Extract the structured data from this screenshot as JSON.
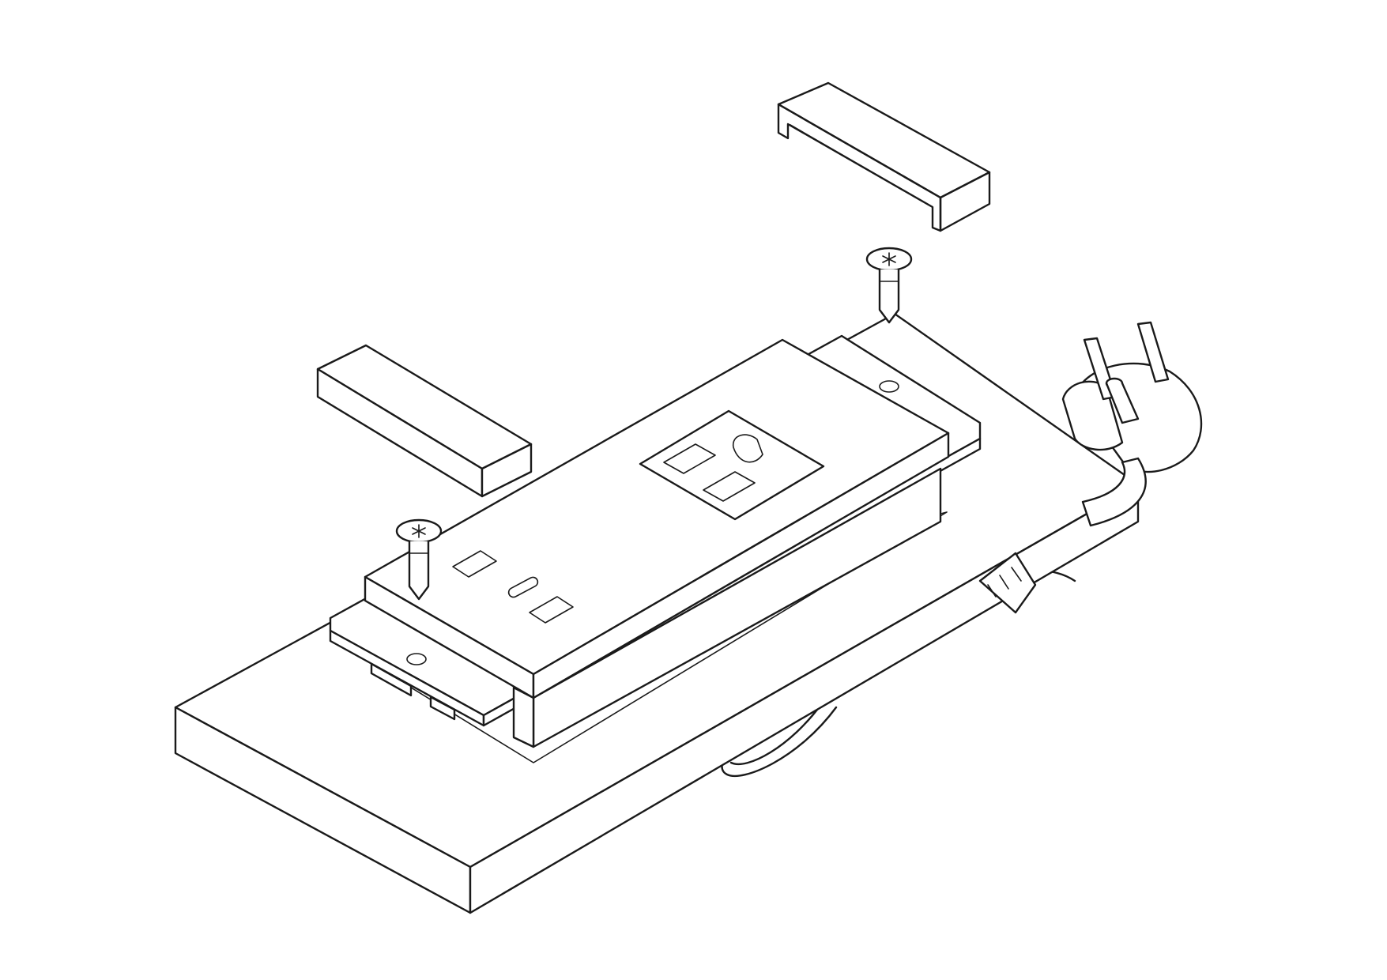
{
  "diagram": {
    "style": "isometric exploded line drawing",
    "colors": {
      "line": "#1a1a1a",
      "background": "#ffffff"
    },
    "parts": [
      "desk-surface",
      "grommet-cutout",
      "power-module",
      "ac-outlet",
      "usb-a-port",
      "usb-c-port",
      "mounting-bracket",
      "mounting-screw",
      "end-cap",
      "power-cord",
      "plug"
    ]
  }
}
